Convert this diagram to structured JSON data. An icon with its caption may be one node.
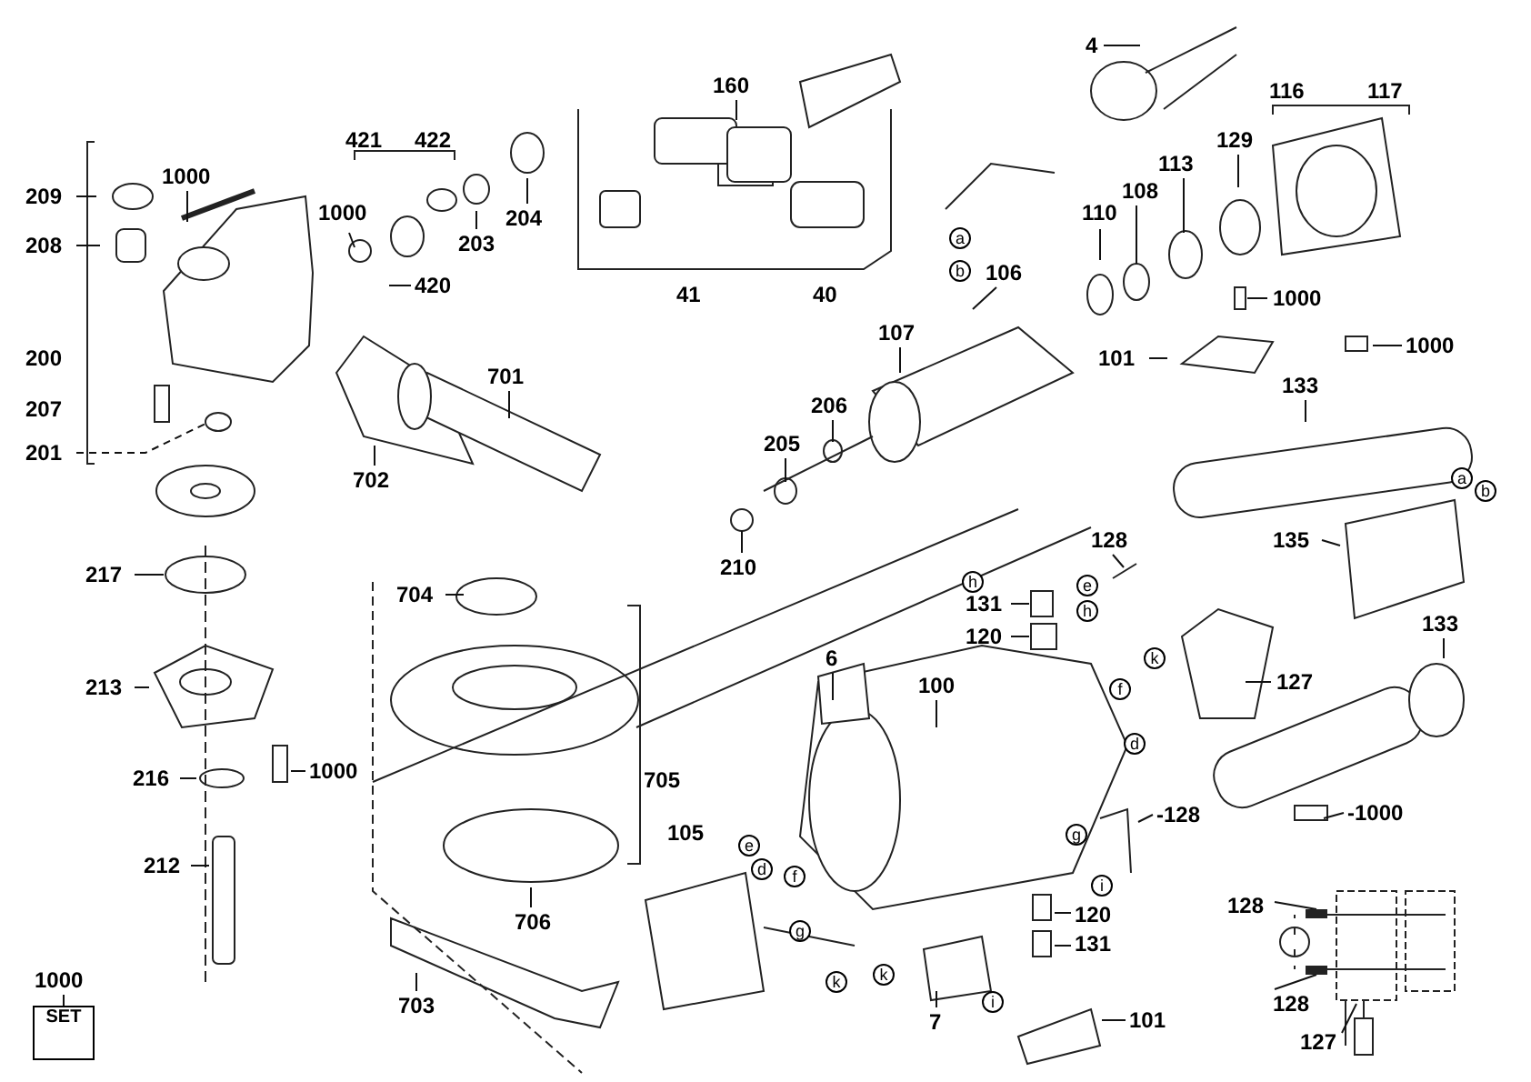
{
  "diagram": {
    "nodes": [
      {
        "text": [
          "209"
        ]
      },
      {
        "text": [
          "1000"
        ]
      },
      {
        "text": [
          "208"
        ]
      },
      {
        "text": [
          "201"
        ]
      },
      {
        "text": [
          "1000"
        ]
      },
      {
        "text": [
          "420"
        ]
      },
      {
        "text": [
          "203"
        ]
      },
      {
        "text": [
          "204"
        ]
      },
      {
        "text": [
          "701"
        ]
      },
      {
        "text": [
          "702"
        ]
      },
      {
        "text": [
          "160"
        ]
      },
      {
        "text": [
          "4"
        ]
      },
      {
        "text": [
          "129"
        ]
      },
      {
        "text": [
          "113"
        ]
      },
      {
        "text": [
          "108"
        ]
      },
      {
        "text": [
          "110"
        ]
      },
      {
        "text": [
          "106"
        ]
      },
      {
        "text": [
          "107"
        ]
      },
      {
        "text": [
          "206"
        ]
      },
      {
        "text": [
          "205"
        ]
      },
      {
        "text": [
          "1000"
        ]
      },
      {
        "text": [
          "101"
        ]
      },
      {
        "text": [
          "1000"
        ]
      },
      {
        "text": [
          "133"
        ]
      },
      {
        "text": [
          "210"
        ]
      },
      {
        "text": [
          "128"
        ]
      },
      {
        "text": [
          "135"
        ]
      },
      {
        "text": [
          "131"
        ]
      },
      {
        "text": [
          "120"
        ]
      },
      {
        "text": [
          "127"
        ]
      },
      {
        "text": [
          "133"
        ]
      },
      {
        "text": [
          "217"
        ]
      },
      {
        "text": [
          "704"
        ]
      },
      {
        "text": [
          "6"
        ]
      },
      {
        "text": [
          "100"
        ]
      },
      {
        "text": [
          "213"
        ]
      },
      {
        "text": [
          "216"
        ]
      },
      {
        "text": [
          "1000"
        ]
      },
      {
        "text": [
          "-1000"
        ]
      },
      {
        "text": [
          "-128"
        ]
      },
      {
        "text": [
          "212"
        ]
      },
      {
        "text": [
          "128"
        ]
      },
      {
        "text": [
          "120"
        ]
      },
      {
        "text": [
          "706"
        ]
      },
      {
        "text": [
          "131"
        ]
      },
      {
        "text": [
          "1000"
        ]
      },
      {
        "text": [
          "703"
        ]
      },
      {
        "text": [
          "128"
        ]
      },
      {
        "text": [
          "7"
        ]
      },
      {
        "text": [
          "101"
        ]
      },
      {
        "text": [
          "127"
        ]
      },
      {
        "text": [
          "SET"
        ]
      },
      {
        "text": [],
        "shape": "bar"
      },
      {
        "text": [],
        "shape": "bar"
      }
    ],
    "edges": [
      {
        "from": 0,
        "to": null,
        "arrow": "none"
      },
      {
        "from": 1,
        "to": null,
        "arrow": "none"
      },
      {
        "from": 2,
        "to": null,
        "arrow": "none"
      },
      {
        "from": 3,
        "to": null,
        "arrow": "none",
        "style": "dashed"
      },
      {
        "from": 4,
        "to": null,
        "arrow": "none"
      },
      {
        "from": 5,
        "to": null,
        "arrow": "none"
      },
      {
        "from": 6,
        "to": null,
        "arrow": "none"
      },
      {
        "from": 7,
        "to": null,
        "arrow": "none"
      },
      {
        "from": 8,
        "to": null,
        "arrow": "none"
      },
      {
        "from": 9,
        "to": null,
        "arrow": "none"
      },
      {
        "from": 10,
        "to": null,
        "arrow": "none"
      },
      {
        "from": 11,
        "to": null,
        "arrow": "none"
      },
      {
        "from": 12,
        "to": null,
        "arrow": "none"
      },
      {
        "from": 13,
        "to": null,
        "arrow": "none"
      },
      {
        "from": 14,
        "to": null,
        "arrow": "none"
      },
      {
        "from": 15,
        "to": null,
        "arrow": "none"
      },
      {
        "from": 16,
        "to": null,
        "arrow": "none"
      },
      {
        "from": 17,
        "to": null,
        "arrow": "none"
      },
      {
        "from": 18,
        "to": null,
        "arrow": "none"
      },
      {
        "from": 19,
        "to": null,
        "arrow": "none"
      },
      {
        "from": 20,
        "to": null,
        "arrow": "none"
      },
      {
        "from": 21,
        "to": null,
        "arrow": "none"
      },
      {
        "from": 22,
        "to": null,
        "arrow": "none"
      },
      {
        "from": 23,
        "to": null,
        "arrow": "none"
      },
      {
        "from": 24,
        "to": null,
        "arrow": "none"
      },
      {
        "from": 25,
        "to": null,
        "arrow": "none"
      },
      {
        "from": 26,
        "to": null,
        "arrow": "none"
      },
      {
        "from": 27,
        "to": null,
        "arrow": "none"
      },
      {
        "from": 28,
        "to": null,
        "arrow": "none"
      },
      {
        "from": 29,
        "to": null,
        "arrow": "none"
      },
      {
        "from": 30,
        "to": null,
        "arrow": "none"
      },
      {
        "from": 31,
        "to": null,
        "arrow": "none"
      },
      {
        "from": 32,
        "to": null,
        "arrow": "none"
      },
      {
        "from": 33,
        "to": null,
        "arrow": "none"
      },
      {
        "from": 34,
        "to": null,
        "arrow": "none"
      },
      {
        "from": 35,
        "to": null,
        "arrow": "none"
      },
      {
        "from": 36,
        "to": null,
        "arrow": "none"
      },
      {
        "from": 37,
        "to": null,
        "arrow": "none"
      },
      {
        "from": 38,
        "to": null,
        "arrow": "none"
      },
      {
        "from": 39,
        "to": null,
        "arrow": "none"
      },
      {
        "from": 40,
        "to": null,
        "arrow": "none"
      },
      {
        "from": 41,
        "to": 52,
        "arrow": "none"
      },
      {
        "from": 42,
        "to": null,
        "arrow": "none"
      },
      {
        "from": 43,
        "to": null,
        "arrow": "none"
      },
      {
        "from": 44,
        "to": null,
        "arrow": "none"
      },
      {
        "from": 45,
        "to": 51,
        "arrow": "none"
      },
      {
        "from": 46,
        "to": null,
        "arrow": "none"
      },
      {
        "from": 47,
        "to": 53,
        "arrow": "none"
      },
      {
        "from": 48,
        "to": null,
        "arrow": "none"
      },
      {
        "from": 49,
        "to": null,
        "arrow": "none"
      },
      {
        "from": 50,
        "to": null,
        "arrow": "none"
      }
    ],
    "labels": [
      "116",
      "117",
      "421",
      "422",
      "a",
      "b",
      "41",
      "40",
      "200",
      "207",
      "a",
      "b",
      "h",
      "e",
      "h",
      "k",
      "f",
      "d",
      "705",
      "105",
      "g",
      "e",
      "d",
      "f",
      "i",
      "g",
      "k",
      "k",
      "i"
    ]
  }
}
